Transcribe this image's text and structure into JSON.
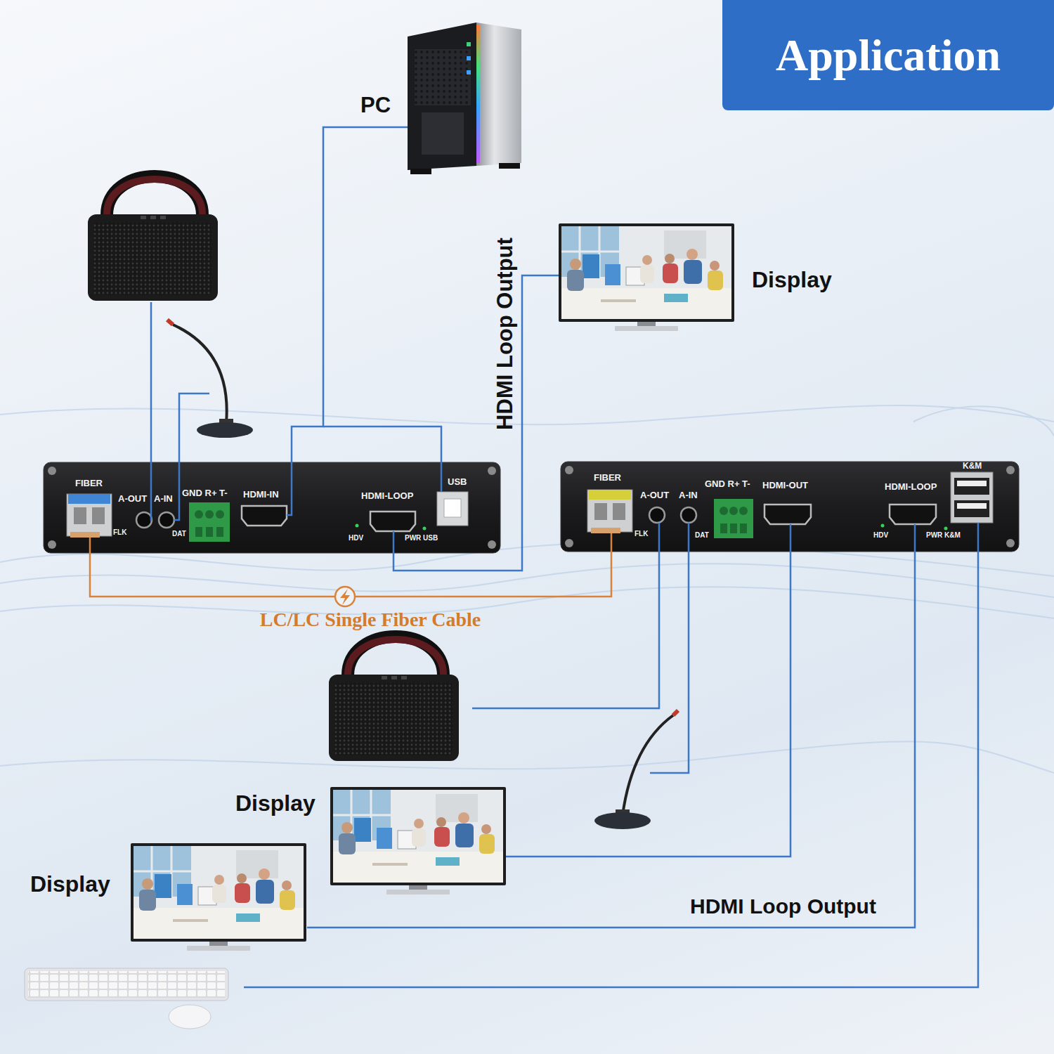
{
  "diagram": {
    "title": "Application",
    "nodes": [
      {
        "text": [
          "PC"
        ]
      },
      {
        "text": [
          "Display"
        ]
      },
      {
        "text": [
          "FIBER",
          "A-OUT",
          "A-IN",
          "GND R+ T-",
          "HDMI-IN",
          "HDMI-LOOP",
          "USB",
          "FLK",
          "DAT",
          "HDV",
          "PWR USB"
        ]
      },
      {
        "text": [
          "FIBER",
          "A-OUT",
          "A-IN",
          "GND R+ T-",
          "HDMI-OUT",
          "HDMI-LOOP",
          "K&M",
          "FLK",
          "DAT",
          "HDV",
          "PWR K&M"
        ]
      },
      {
        "text": [
          "Display"
        ]
      },
      {
        "text": [
          "Display"
        ]
      }
    ],
    "edges": [
      {
        "from": 0,
        "to": 2,
        "arrow": "none"
      },
      {
        "from": 2,
        "to": 1,
        "label": "HDMI Loop Output",
        "arrow": "none"
      },
      {
        "from": 2,
        "to": 3,
        "label": "LC/LC Single Fiber Cable",
        "arrow": "none"
      },
      {
        "from": 3,
        "to": 4,
        "arrow": "none"
      },
      {
        "from": 3,
        "to": 5,
        "label": "HDMI Loop Output",
        "arrow": "none"
      }
    ]
  }
}
